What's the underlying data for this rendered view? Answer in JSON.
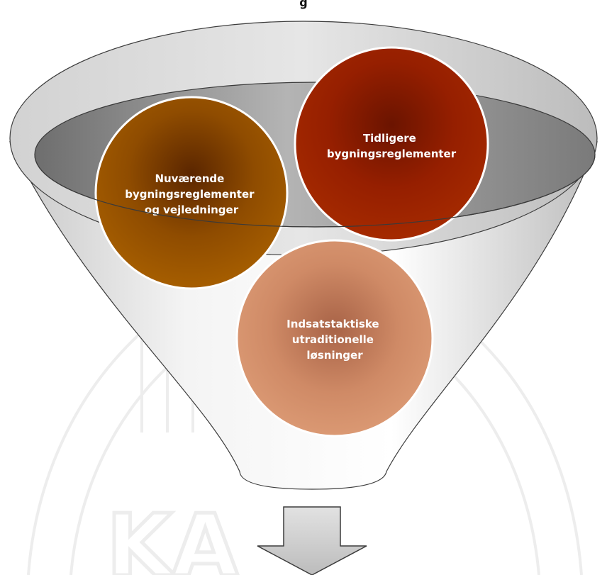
{
  "header": {
    "partial_text": "g"
  },
  "funnel": {
    "items": [
      {
        "lines": [
          "Nuværende",
          "bygningsreglementer",
          "og vejledninger"
        ],
        "color": "#a65e00"
      },
      {
        "lines": [
          "Tidligere",
          "bygningsreglementer"
        ],
        "color": "#a52a00"
      },
      {
        "lines": [
          "Indsatstaktiske",
          "utraditionelle",
          "løsninger"
        ],
        "color": "#d9916a"
      }
    ],
    "arrow_direction": "down"
  },
  "watermark": {
    "text": "KA"
  }
}
